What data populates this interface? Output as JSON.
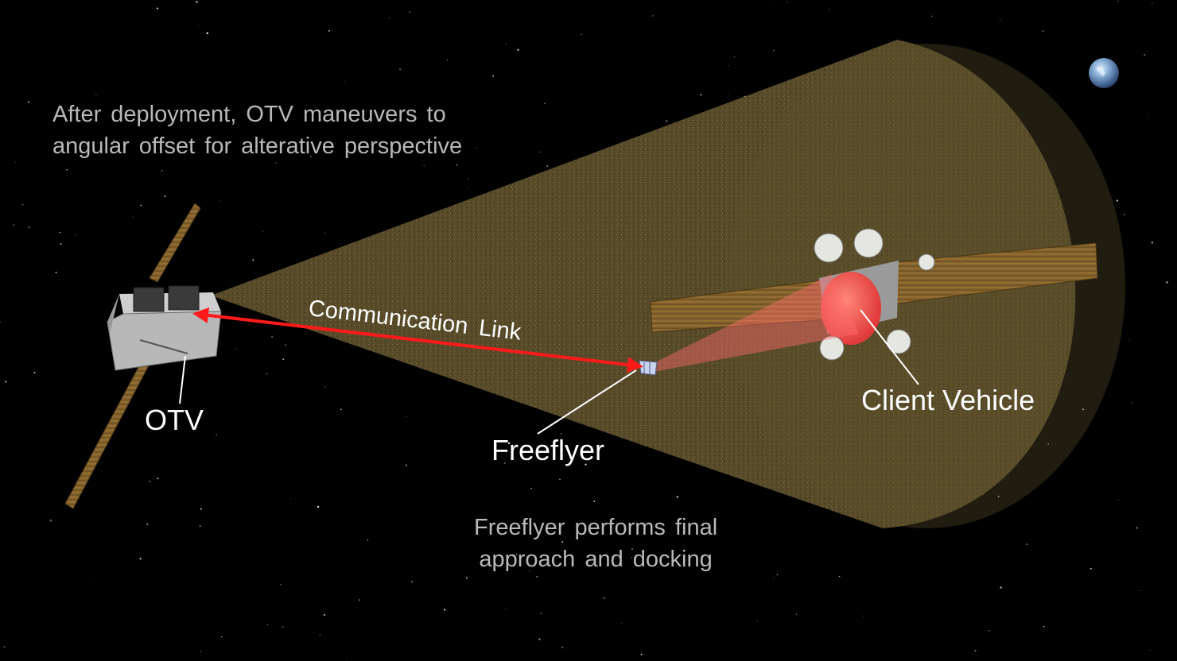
{
  "scene": {
    "caption_top": [
      "After deployment,  OTV maneuvers  to",
      "angular  offset for alterative  perspective"
    ],
    "caption_bottom": [
      "Freeflyer  performs  final",
      "approach  and docking"
    ],
    "labels": {
      "otv": "OTV",
      "freeflyer": "Freeflyer",
      "client_vehicle": "Client Vehicle",
      "communication_link": "Communication  Link"
    },
    "colors": {
      "background": "#000000",
      "sensor_cone": "#5b4f2a",
      "link_arrow": "#ff1a1a",
      "client_highlight": "#ff5a5a",
      "solar_panel": "#8a6a2c",
      "caption_text": "#b9b9b9",
      "label_text": "#ffffff"
    },
    "icons": [
      "earth-icon",
      "otv-spacecraft-icon",
      "freeflyer-icon",
      "client-vehicle-icon"
    ]
  }
}
